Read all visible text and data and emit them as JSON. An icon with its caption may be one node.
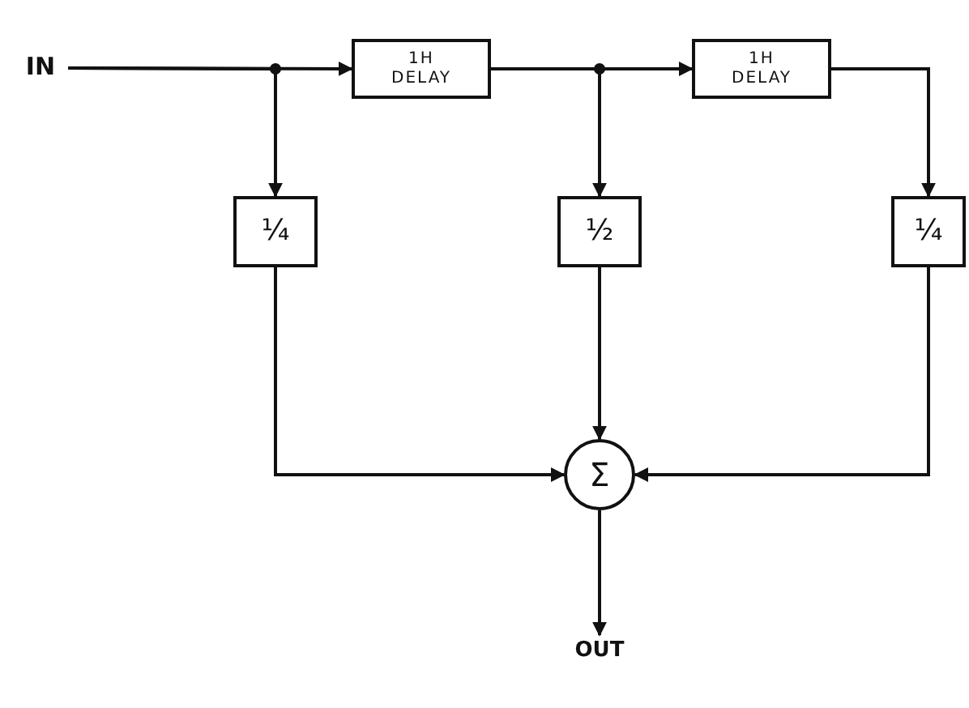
{
  "diagram": {
    "nodes": [
      {
        "text": [
          "IN"
        ]
      },
      {
        "text": [
          "1H DELAY"
        ]
      },
      {
        "text": [
          "1H DELAY"
        ]
      },
      {
        "text": [
          "¼"
        ]
      },
      {
        "text": [
          "½"
        ]
      },
      {
        "text": [
          "¼"
        ]
      },
      {
        "text": [
          "Σ"
        ]
      },
      {
        "text": [
          "OUT"
        ]
      }
    ],
    "edges": [
      {
        "from": 0,
        "to": 1,
        "arrow": "to"
      },
      {
        "from": 0,
        "to": 3,
        "arrow": "to"
      },
      {
        "from": 1,
        "to": 2,
        "arrow": "to"
      },
      {
        "from": 1,
        "to": 4,
        "arrow": "to"
      },
      {
        "from": 2,
        "to": 5,
        "arrow": "to"
      },
      {
        "from": 3,
        "to": 6,
        "arrow": "to"
      },
      {
        "from": 4,
        "to": 6,
        "arrow": "to"
      },
      {
        "from": 5,
        "to": 6,
        "arrow": "to"
      },
      {
        "from": 6,
        "to": 7,
        "arrow": "to"
      }
    ]
  }
}
